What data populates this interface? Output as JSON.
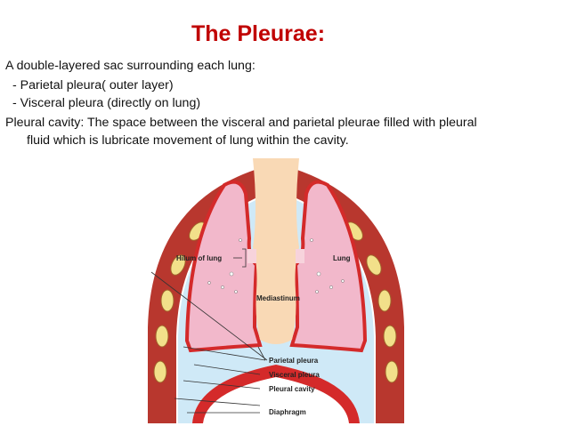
{
  "slide": {
    "title": "The Pleurae:",
    "lines": [
      "A double-layered sac surrounding each lung:",
      "- Parietal pleura( outer layer)",
      "- Visceral pleura (directly on lung)",
      "Pleural cavity: The space between the visceral and parietal pleurae filled with pleural",
      "fluid which is lubricate movement of lung within the cavity."
    ]
  },
  "figure": {
    "labels": {
      "hilum": "Hilum of lung",
      "lung": "Lung",
      "mediastinum": "Mediastinum",
      "parietal": "Parietal pleura",
      "visceral": "Visceral pleura",
      "cavity": "Pleural cavity",
      "diaphragm": "Diaphragm"
    },
    "colors": {
      "title": "#c00000",
      "lung": "#f2b8cb",
      "pleura": "#d42a2a",
      "fluid": "#cfe9f7",
      "mediastinum": "#f9d9b5",
      "chest_wall": "#b8372e",
      "rib": "#f2e08a"
    }
  }
}
